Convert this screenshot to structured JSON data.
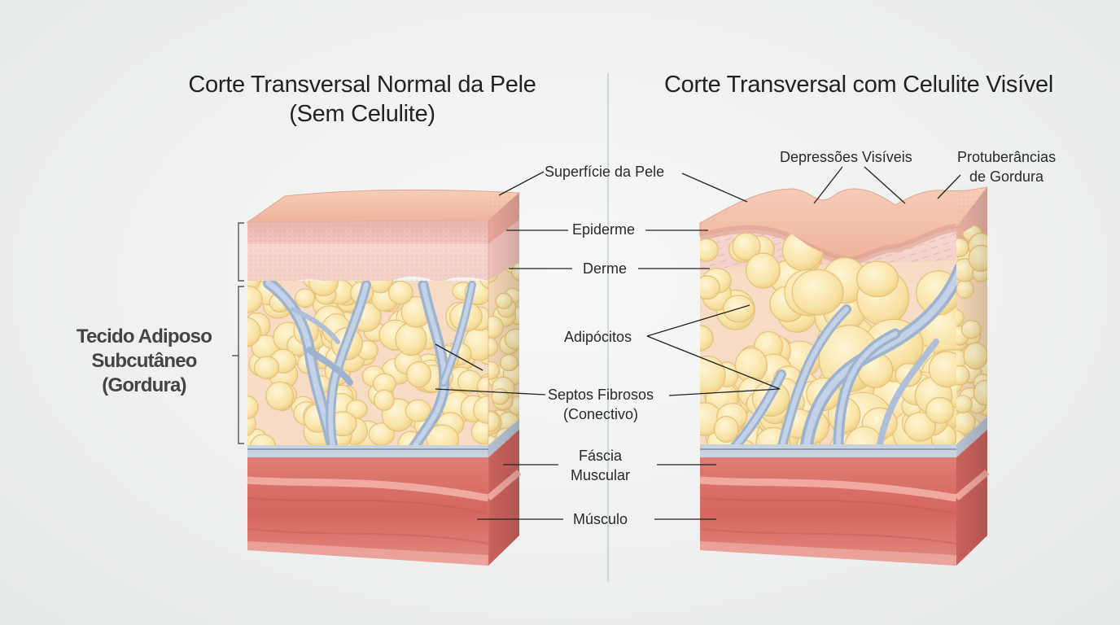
{
  "titles": {
    "left": [
      "Corte Transversal Normal da Pele",
      "(Sem Celulite)"
    ],
    "right": "Corte Transversal com Celulite Visível"
  },
  "side_label": [
    "Tecido Adiposo",
    "Subcutâneo",
    "(Gordura)"
  ],
  "labels": {
    "superficie": "Superfície da Pele",
    "depressoes": "Depressões Visíveis",
    "protuberancias": [
      "Protuberâncias",
      "de Gordura"
    ],
    "epiderme": "Epiderme",
    "derme": "Derme",
    "adipocitos": "Adipócitos",
    "septos": [
      "Septos Fibrosos",
      "(Conectivo)"
    ],
    "fascia": [
      "Fáscia",
      "Muscular"
    ],
    "musculo": "Músculo"
  },
  "colors": {
    "skin_top": "#f0b9a0",
    "epidermis": "#eab5ac",
    "dermis": "#f3cdc5",
    "fat": "#f8e3a6",
    "fat_outline": "#e8c57a",
    "septa": "#aabed8",
    "fascia": "#c9d3e0",
    "muscle": "#d9726a",
    "muscle_light": "#eea79f"
  }
}
